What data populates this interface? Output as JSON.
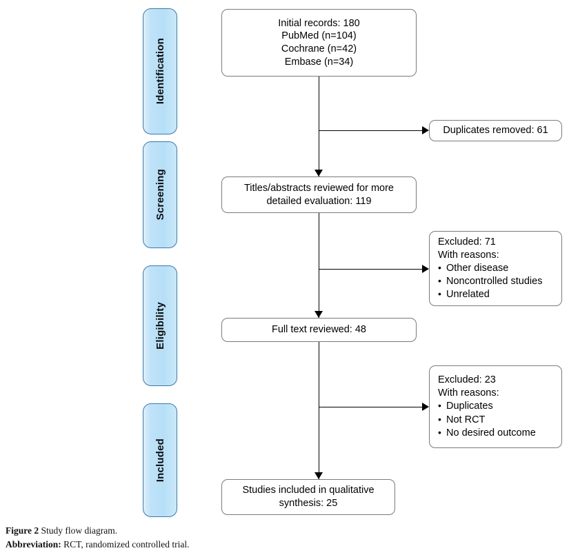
{
  "figure": {
    "caption_label": "Figure 2",
    "caption_text": " Study flow diagram.",
    "abbrev_label": "Abbreviation:",
    "abbrev_text": " RCT, randomized controlled trial."
  },
  "colors": {
    "stage_fill": "#bfe2f8",
    "stage_border": "#3a78a8",
    "box_border": "#7a7a7a",
    "box_fill": "#ffffff",
    "connector": "#000000",
    "text": "#000000"
  },
  "stages": [
    {
      "label": "Identification"
    },
    {
      "label": "Screening"
    },
    {
      "label": "Eligibility"
    },
    {
      "label": "Included"
    }
  ],
  "flow": {
    "identification_box": "Initial records: 180\nPubMed (n=104)\nCochrane (n=42)\nEmbase (n=34)",
    "duplicates_box": "Duplicates removed: 61",
    "screening_box": "Titles/abstracts reviewed for more\ndetailed evaluation: 119",
    "excluded_screening": {
      "head": "Excluded: 71\nWith reasons:",
      "reasons": [
        "Other disease",
        "Noncontrolled studies",
        "Unrelated"
      ]
    },
    "eligibility_box": "Full text reviewed: 48",
    "excluded_eligibility": {
      "head": "Excluded: 23\nWith reasons:",
      "reasons": [
        "Duplicates",
        "Not RCT",
        "No desired outcome"
      ]
    },
    "included_box": "Studies included in qualitative\nsynthesis: 25"
  },
  "chart_data": {
    "type": "diagram",
    "title": "Study flow diagram",
    "nodes": [
      {
        "id": "records",
        "stage": "Identification",
        "label": "Initial records: 180\nPubMed (n=104)\nCochrane (n=42)\nEmbase (n=34)",
        "value": 180
      },
      {
        "id": "duplicates",
        "stage": "Identification",
        "label": "Duplicates removed: 61",
        "value": 61
      },
      {
        "id": "screened",
        "stage": "Screening",
        "label": "Titles/abstracts reviewed for more detailed evaluation: 119",
        "value": 119
      },
      {
        "id": "excluded71",
        "stage": "Screening",
        "label": "Excluded: 71 With reasons: Other disease; Noncontrolled studies; Unrelated",
        "value": 71
      },
      {
        "id": "fulltext",
        "stage": "Eligibility",
        "label": "Full text reviewed: 48",
        "value": 48
      },
      {
        "id": "excluded23",
        "stage": "Eligibility",
        "label": "Excluded: 23 With reasons: Duplicates; Not RCT; No desired outcome",
        "value": 23
      },
      {
        "id": "included",
        "stage": "Included",
        "label": "Studies included in qualitative synthesis: 25",
        "value": 25
      }
    ],
    "edges": [
      {
        "from": "records",
        "to": "duplicates"
      },
      {
        "from": "records",
        "to": "screened"
      },
      {
        "from": "screened",
        "to": "excluded71"
      },
      {
        "from": "screened",
        "to": "fulltext"
      },
      {
        "from": "fulltext",
        "to": "excluded23"
      },
      {
        "from": "fulltext",
        "to": "included"
      }
    ]
  }
}
